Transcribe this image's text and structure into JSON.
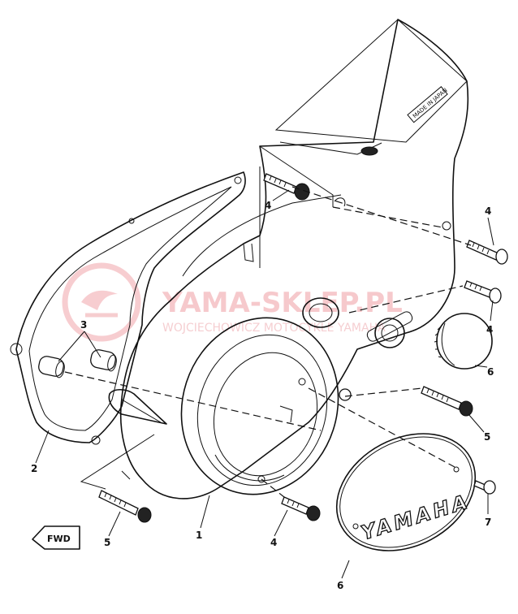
{
  "diagram": {
    "callouts": [
      {
        "id": "1",
        "text": "1"
      },
      {
        "id": "2",
        "text": "2"
      },
      {
        "id": "3",
        "text": "3"
      },
      {
        "id": "4a",
        "text": "4"
      },
      {
        "id": "4b",
        "text": "4"
      },
      {
        "id": "4c",
        "text": "4"
      },
      {
        "id": "4d",
        "text": "4"
      },
      {
        "id": "5a",
        "text": "5"
      },
      {
        "id": "5b",
        "text": "5"
      },
      {
        "id": "6a",
        "text": "6"
      },
      {
        "id": "6b",
        "text": "6"
      },
      {
        "id": "7",
        "text": "7"
      }
    ],
    "cover_logo": "YAMAHA",
    "fwd_arrow": "FWD",
    "stamp": "MADE IN JAPAN"
  },
  "watermark": {
    "name": "YAMA-SKLEP.PL",
    "sub": "WOJCIECHOWICZ MOTOCYKLE YAMAHA"
  },
  "colors": {
    "line": "#111111",
    "watermark": "#f3b8bc"
  }
}
